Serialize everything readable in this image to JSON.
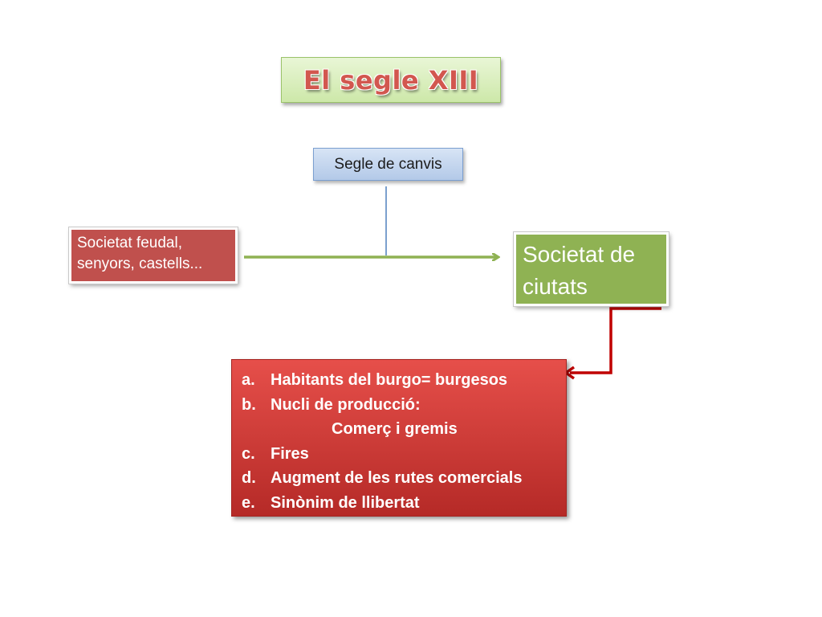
{
  "title": "El segle XIII",
  "center_label": "Segle de canvis",
  "left_box": {
    "lines": [
      "Societat feudal,",
      "senyors, castells..."
    ]
  },
  "right_box": {
    "lines": [
      "Societat de",
      "ciutats"
    ]
  },
  "list": {
    "items": [
      {
        "marker": "a.",
        "text": "Habitants del burgo= burgesos"
      },
      {
        "marker": "b.",
        "text": "Nucli de producció:"
      },
      {
        "sub": "Comerç i gremis"
      },
      {
        "marker": "c.",
        "text": "Fires"
      },
      {
        "marker": "d.",
        "text": "Augment de les rutes comercials"
      },
      {
        "marker": "e.",
        "text": "Sinònim de llibertat"
      }
    ]
  },
  "colors": {
    "title_text": "#d2574f",
    "green_arrow": "#8fb253",
    "red_arrow": "#c00000",
    "blue_line": "#4f81bd"
  }
}
